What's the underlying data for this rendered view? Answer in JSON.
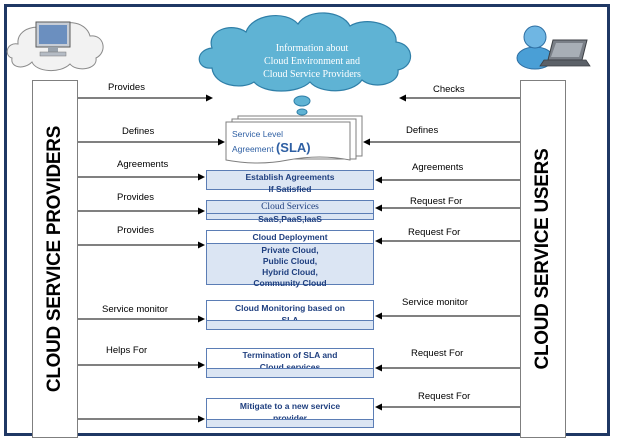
{
  "cloud": {
    "line1": "Information about",
    "line2": "Cloud Environment and",
    "line3": "Cloud Service Providers"
  },
  "providers_label": "CLOUD SERVICE PROVIDERS",
  "users_label": "CLOUD SERVICE USERS",
  "sla": {
    "line1": "Service Level",
    "line2_prefix": "Agreement ",
    "line2_bold": "(SLA)"
  },
  "left_labels": {
    "provides1": "Provides",
    "defines": "Defines",
    "agreements": "Agreements",
    "provides2": "Provides",
    "provides3": "Provides",
    "service_monitor": "Service monitor",
    "helps_for": "Helps For"
  },
  "right_labels": {
    "checks": "Checks",
    "defines": "Defines",
    "agreements": "Agreements",
    "request1": "Request For",
    "request2": "Request For",
    "service_monitor": "Service monitor",
    "request3": "Request For",
    "request4": "Request For"
  },
  "boxes": {
    "agreements": {
      "title1": "Establish Agreements",
      "title2": "If Satisfied"
    },
    "services": {
      "title": "Cloud Services",
      "body": "SaaS,PaaS,IaaS"
    },
    "deployment": {
      "title": "Cloud Deployment",
      "items": [
        "Private Cloud,",
        "Public Cloud,",
        "Hybrid Cloud,",
        "Community Cloud"
      ]
    },
    "monitoring": {
      "title1": "Cloud Monitoring based on",
      "title2": "SLA"
    },
    "termination": {
      "title1": "Termination of SLA and",
      "title2": "Cloud services"
    },
    "mitigate": {
      "title1": "Mitigate to a new service",
      "title2": "provider"
    }
  },
  "colors": {
    "frame": "#1f3864",
    "cloud": "#5fb3d4",
    "box_fill": "#dbe5f3",
    "box_border": "#5b7db5",
    "box_text": "#1f3f7f",
    "arrow": "#000000"
  },
  "icons": [
    "computer-cloud-icon",
    "user-laptop-icon"
  ]
}
